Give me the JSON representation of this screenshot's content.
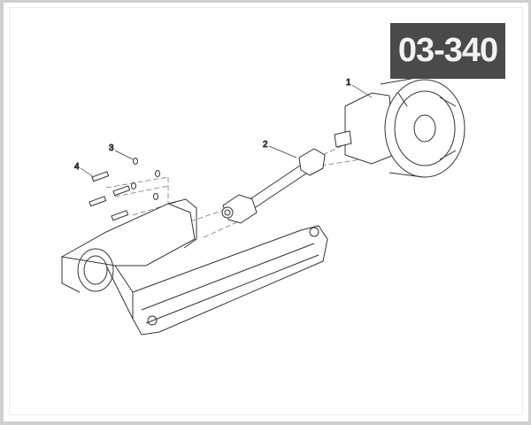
{
  "diagram": {
    "code": "03-340",
    "callouts": [
      "1",
      "2",
      "3",
      "4"
    ]
  }
}
